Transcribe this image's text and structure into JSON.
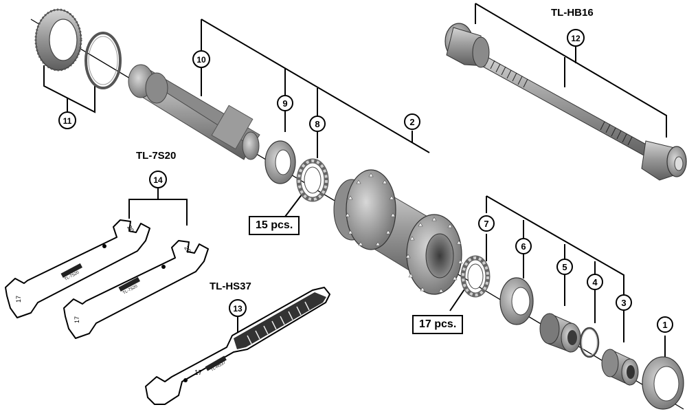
{
  "tools": {
    "hub_tool": "TL-HB16",
    "cone_wrench_pair": "TL-7S20",
    "cone_wrench_single": "TL-HS37"
  },
  "callouts": [
    "1",
    "2",
    "3",
    "4",
    "5",
    "6",
    "7",
    "8",
    "9",
    "10",
    "11",
    "12",
    "13",
    "14"
  ],
  "quantities": {
    "front_balls": "15 pcs.",
    "rear_balls": "17 pcs."
  },
  "wrench_markings": {
    "size_17": "17",
    "size_20": "20",
    "stamp_7s20": "TL-7S20",
    "stamp_hs37": "TL-HS37"
  }
}
